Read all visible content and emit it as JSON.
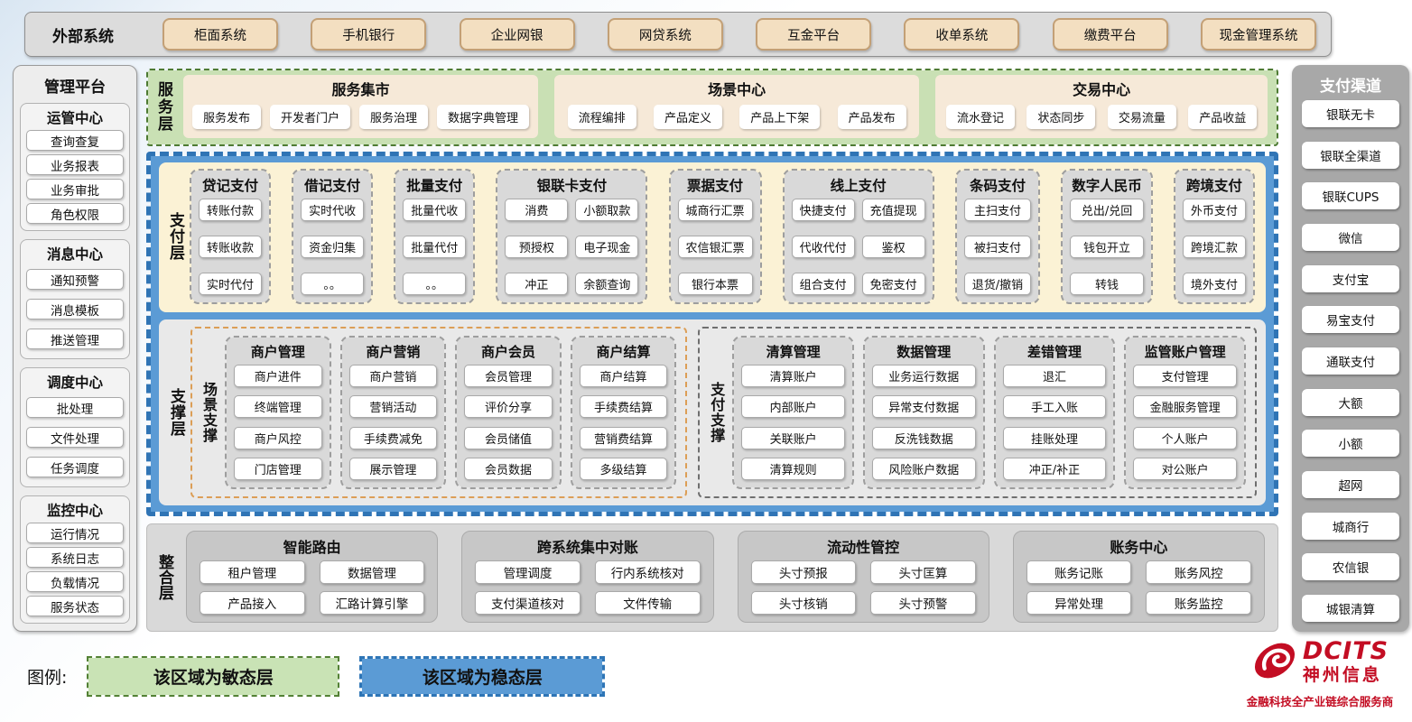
{
  "colors": {
    "agile_green": "#c9e0b4",
    "stable_blue": "#5b9bd5",
    "payment_cream": "#fbf2d5",
    "external_tan": "#f3dfc1",
    "scene_orange": "#dc9e56",
    "brand_red": "#c30d23"
  },
  "external_systems": {
    "label": "外部系统",
    "items": [
      "柜面系统",
      "手机银行",
      "企业网银",
      "网贷系统",
      "互金平台",
      "收单系统",
      "缴费平台",
      "现金管理系统"
    ]
  },
  "management_platform": {
    "title": "管理平台",
    "sections": [
      {
        "title": "运管中心",
        "items": [
          "查询查复",
          "业务报表",
          "业务审批",
          "角色权限"
        ]
      },
      {
        "title": "消息中心",
        "items": [
          "通知预警",
          "消息模板",
          "推送管理"
        ]
      },
      {
        "title": "调度中心",
        "items": [
          "批处理",
          "文件处理",
          "任务调度"
        ]
      },
      {
        "title": "监控中心",
        "items": [
          "运行情况",
          "系统日志",
          "负载情况",
          "服务状态"
        ]
      }
    ]
  },
  "payment_channels": {
    "title": "支付渠道",
    "items": [
      "银联无卡",
      "银联全渠道",
      "银联CUPS",
      "微信",
      "支付宝",
      "易宝支付",
      "通联支付",
      "大额",
      "小额",
      "超网",
      "城商行",
      "农信银",
      "城银清算"
    ]
  },
  "service_layer": {
    "label": "服务层",
    "groups": [
      {
        "title": "服务集市",
        "items": [
          "服务发布",
          "开发者门户",
          "服务治理",
          "数据字典管理"
        ]
      },
      {
        "title": "场景中心",
        "items": [
          "流程编排",
          "产品定义",
          "产品上下架",
          "产品发布"
        ]
      },
      {
        "title": "交易中心",
        "items": [
          "流水登记",
          "状态同步",
          "交易流量",
          "产品收益"
        ]
      }
    ]
  },
  "payment_layer": {
    "label": "支付层",
    "groups": [
      {
        "title": "贷记支付",
        "cols": 1,
        "items": [
          "转账付款",
          "转账收款",
          "实时代付"
        ]
      },
      {
        "title": "借记支付",
        "cols": 1,
        "items": [
          "实时代收",
          "资金归集",
          "。。"
        ]
      },
      {
        "title": "批量支付",
        "cols": 1,
        "items": [
          "批量代收",
          "批量代付",
          "。。"
        ]
      },
      {
        "title": "银联卡支付",
        "cols": 2,
        "items": [
          "消费",
          "小额取款",
          "预授权",
          "电子现金",
          "冲正",
          "余额查询"
        ]
      },
      {
        "title": "票据支付",
        "cols": 1,
        "items": [
          "城商行汇票",
          "农信银汇票",
          "银行本票"
        ]
      },
      {
        "title": "线上支付",
        "cols": 2,
        "items": [
          "快捷支付",
          "充值提现",
          "代收代付",
          "鉴权",
          "组合支付",
          "免密支付"
        ]
      },
      {
        "title": "条码支付",
        "cols": 1,
        "items": [
          "主扫支付",
          "被扫支付",
          "退货/撤销"
        ]
      },
      {
        "title": "数字人民币",
        "cols": 1,
        "items": [
          "兑出/兑回",
          "钱包开立",
          "转钱"
        ]
      },
      {
        "title": "跨境支付",
        "cols": 1,
        "items": [
          "外币支付",
          "跨境汇款",
          "境外支付"
        ]
      }
    ]
  },
  "support_layer": {
    "label": "支撑层",
    "zones": [
      {
        "label": "场景支撑",
        "accent": "orange",
        "groups": [
          {
            "title": "商户管理",
            "items": [
              "商户进件",
              "终端管理",
              "商户风控",
              "门店管理"
            ]
          },
          {
            "title": "商户营销",
            "items": [
              "商户营销",
              "营销活动",
              "手续费减免",
              "展示管理"
            ]
          },
          {
            "title": "商户会员",
            "items": [
              "会员管理",
              "评价分享",
              "会员储值",
              "会员数据"
            ]
          },
          {
            "title": "商户结算",
            "items": [
              "商户结算",
              "手续费结算",
              "营销费结算",
              "多级结算"
            ]
          }
        ]
      },
      {
        "label": "支付支撑",
        "accent": "gray",
        "groups": [
          {
            "title": "清算管理",
            "items": [
              "清算账户",
              "内部账户",
              "关联账户",
              "清算规则"
            ]
          },
          {
            "title": "数据管理",
            "items": [
              "业务运行数据",
              "异常支付数据",
              "反洗钱数据",
              "风险账户数据"
            ]
          },
          {
            "title": "差错管理",
            "items": [
              "退汇",
              "手工入账",
              "挂账处理",
              "冲正/补正"
            ]
          },
          {
            "title": "监管账户管理",
            "items": [
              "支付管理",
              "金融服务管理",
              "个人账户",
              "对公账户"
            ]
          }
        ]
      }
    ]
  },
  "integration_layer": {
    "label": "整合层",
    "groups": [
      {
        "title": "智能路由",
        "items": [
          "租户管理",
          "数据管理",
          "产品接入",
          "汇路计算引擎"
        ]
      },
      {
        "title": "跨系统集中对账",
        "items": [
          "管理调度",
          "行内系统核对",
          "支付渠道核对",
          "文件传输"
        ]
      },
      {
        "title": "流动性管控",
        "items": [
          "头寸预报",
          "头寸匡算",
          "头寸核销",
          "头寸预警"
        ]
      },
      {
        "title": "账务中心",
        "items": [
          "账务记账",
          "账务风控",
          "异常处理",
          "账务监控"
        ]
      }
    ]
  },
  "legend": {
    "label": "图例:",
    "agile": "该区域为敏态层",
    "stable": "该区域为稳态层"
  },
  "logo": {
    "brand": "DCITS",
    "company": "神州信息",
    "slogan": "金融科技全产业链综合服务商"
  }
}
